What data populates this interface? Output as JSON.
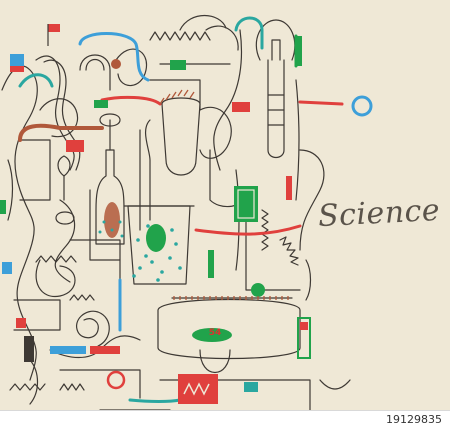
{
  "illustration": {
    "title_text": "Science",
    "flask_tag": "54",
    "palette": {
      "background": "#efe8d6",
      "line": "#3e3934",
      "red": "#e0403d",
      "green": "#21a34b",
      "blue": "#3d9fd9",
      "teal": "#2aa7a0",
      "brown": "#b0583a"
    }
  },
  "footer": {
    "stock_id": "19129835"
  }
}
